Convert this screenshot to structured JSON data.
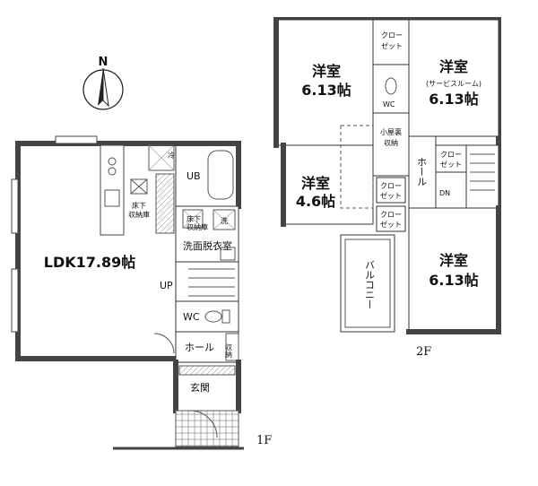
{
  "compass": {
    "north": "N"
  },
  "floor1": {
    "label": "1F",
    "ldk": "LDK17.89帖",
    "ub": "UB",
    "storage_under_floor": [
      "床下",
      "収納庫"
    ],
    "fridge": "冷",
    "laundry_storage": [
      "床下",
      "収納庫"
    ],
    "washer": "洗",
    "washroom": "洗面脱衣室",
    "up": "UP",
    "wc": "WC",
    "hall": "ホール",
    "hall_storage": "収納",
    "entrance": "玄関"
  },
  "floor2": {
    "label": "2F",
    "room_nw": {
      "name": "洋室",
      "size": "6.13帖"
    },
    "room_ne": {
      "name": "洋室",
      "sub": "(サービスルーム)",
      "size": "6.13帖"
    },
    "room_w": {
      "name": "洋室",
      "size": "4.6帖"
    },
    "room_se": {
      "name": "洋室",
      "size": "6.13帖"
    },
    "closet_top": [
      "クロー",
      "ゼット"
    ],
    "closet_right": [
      "クロー",
      "ゼット"
    ],
    "closet_mid": [
      "クロー",
      "ゼット"
    ],
    "closet_low": [
      "クロー",
      "ゼット"
    ],
    "wc": "WC",
    "attic_storage": [
      "小屋裏",
      "収納"
    ],
    "hall": "ホール",
    "dn": "DN",
    "balcony": "バルコニー"
  }
}
